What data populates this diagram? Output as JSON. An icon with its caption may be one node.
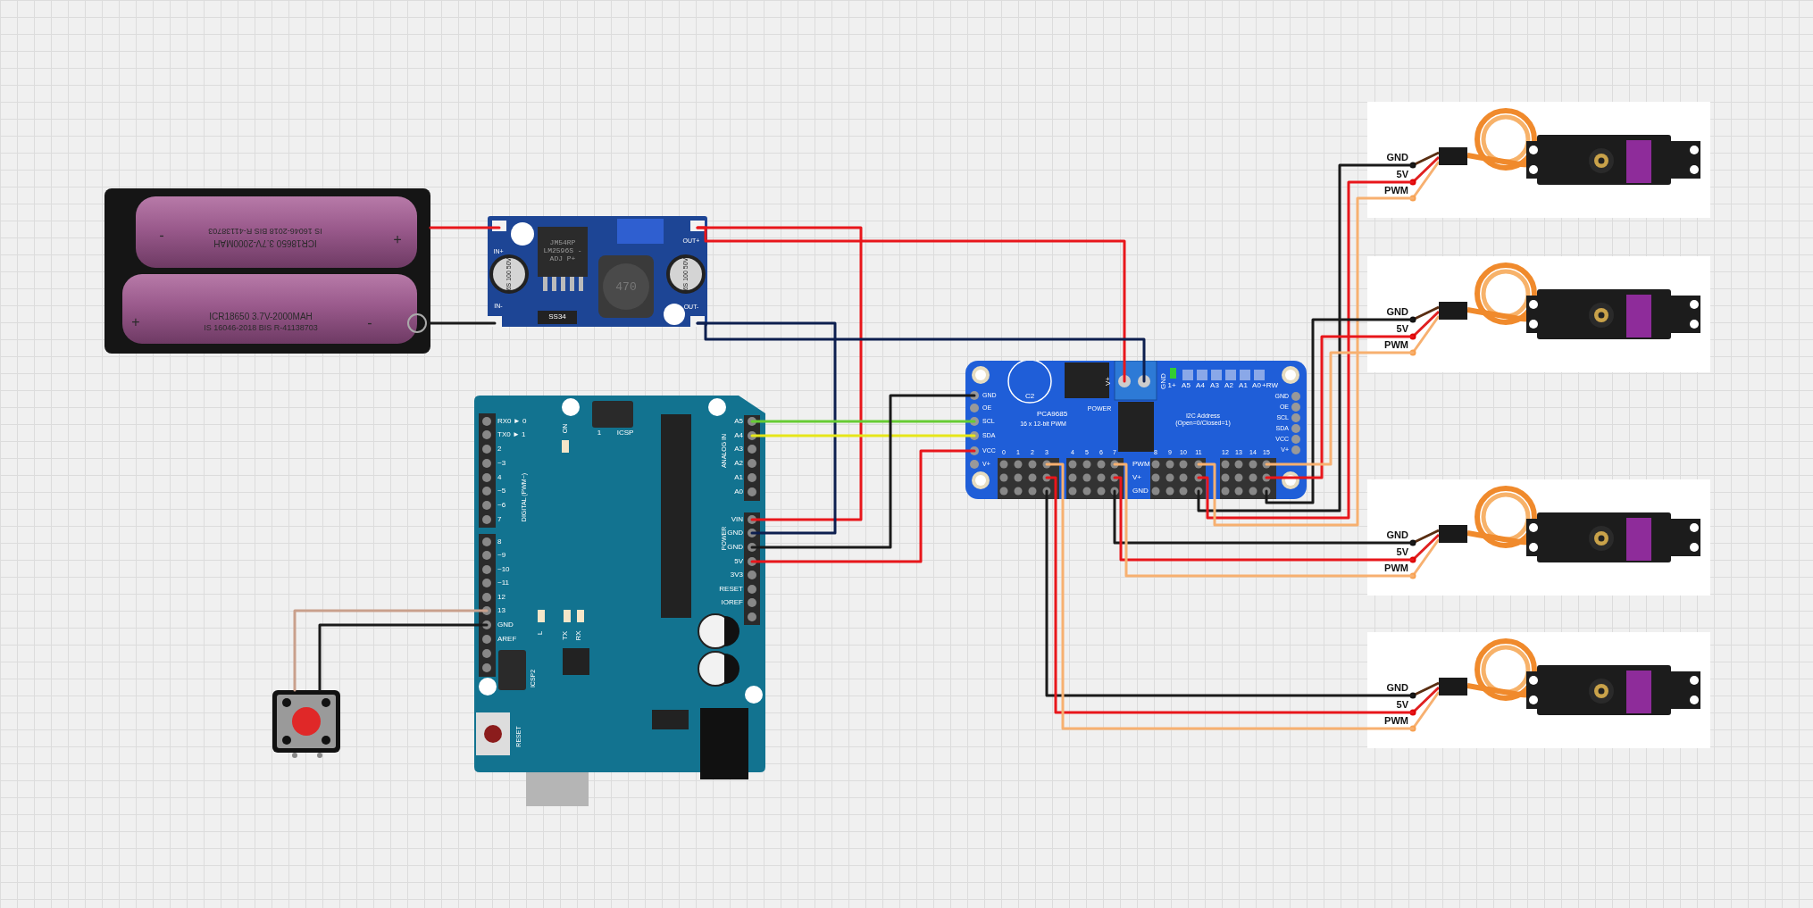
{
  "diagram": {
    "nodes": [
      {
        "text": [
          "-",
          "IS 16046-2018 BIS R-41138703",
          "ICR18650 3.7V-2000MAH",
          "+",
          "+",
          "ICR18650 3.7V-2000MAH",
          "IS 16046-2018 BIS R-41138703",
          "-"
        ]
      },
      {
        "text": [
          "IN+",
          "JM54RP LM2596S -ADJ P+",
          "OUT+",
          "6S 100 50V",
          "470",
          "6S 100 50V",
          "IN-",
          "SS34",
          "OUT-"
        ]
      },
      {
        "text": [
          "RX0 ► 0",
          "TX0 ► 1",
          "2",
          "~3",
          "4",
          "~5",
          "~6",
          "7",
          "DIGITAL (PWM~)",
          "8",
          "~9",
          "~10",
          "~11",
          "12",
          "13",
          "GND",
          "AREF",
          "1",
          "ICSP",
          "ON",
          "ANALOG IN",
          "A5",
          "A4",
          "A3",
          "A2",
          "A1",
          "A0",
          "POWER",
          "VIN",
          "GND",
          "GND",
          "5V",
          "3V3",
          "RESET",
          "IOREF",
          "L",
          "TX",
          "RX",
          "ICSP2",
          "RESET"
        ]
      },
      {
        "text": [
          "GND",
          "OE",
          "SCL",
          "SDA",
          "VCC",
          "V+",
          "C2",
          "PCA9685",
          "16 x 12-bit PWM",
          "POWER",
          "V+",
          "GND",
          "1+",
          "A5",
          "A4",
          "A3",
          "A2",
          "A1",
          "A0",
          "+RW",
          "I2C Address (Open=0/Closed=1)",
          "GND",
          "OE",
          "SCL",
          "SDA",
          "VCC",
          "V+",
          "0",
          "1",
          "2",
          "3",
          "4",
          "5",
          "6",
          "7",
          "8",
          "9",
          "10",
          "11",
          "12",
          "13",
          "14",
          "15",
          "PWM",
          "V+",
          "GND"
        ]
      },
      {
        "text": [
          "GND",
          "5V",
          "PWM"
        ]
      },
      {
        "text": [
          "GND",
          "5V",
          "PWM"
        ]
      },
      {
        "text": [
          "GND",
          "5V",
          "PWM"
        ]
      },
      {
        "text": [
          "GND",
          "5V",
          "PWM"
        ]
      },
      {
        "text": [],
        "shape": "picture"
      }
    ],
    "edges": [
      {
        "from": 0,
        "to": 1,
        "arrow": "none"
      },
      {
        "from": 0,
        "to": 1,
        "arrow": "none",
        "color": "#1a1a1a"
      },
      {
        "from": 1,
        "to": 2,
        "arrow": "none"
      },
      {
        "from": 1,
        "to": 3,
        "arrow": "none"
      },
      {
        "from": 1,
        "to": 2,
        "arrow": "none",
        "color": "#0d1f4f"
      },
      {
        "from": 1,
        "to": 3,
        "arrow": "none",
        "color": "#0d1f4f"
      },
      {
        "from": 2,
        "to": 3,
        "arrow": "none",
        "color": "#66cc33"
      },
      {
        "from": 2,
        "to": 3,
        "arrow": "none",
        "color": "#e6e619"
      },
      {
        "from": 2,
        "to": 3,
        "arrow": "none",
        "color": "#1a1a1a"
      },
      {
        "from": 2,
        "to": 3,
        "arrow": "none"
      },
      {
        "from": 2,
        "to": 8,
        "arrow": "none",
        "color": "#c9a08c"
      },
      {
        "from": 2,
        "to": 8,
        "arrow": "none",
        "color": "#1a1a1a"
      },
      {
        "from": 3,
        "to": 4,
        "arrow": "none",
        "color": "#1a1a1a"
      },
      {
        "from": 3,
        "to": 4,
        "arrow": "none"
      },
      {
        "from": 3,
        "to": 4,
        "arrow": "none",
        "color": "#f7b070"
      },
      {
        "from": 3,
        "to": 5,
        "arrow": "none",
        "color": "#1a1a1a"
      },
      {
        "from": 3,
        "to": 5,
        "arrow": "none"
      },
      {
        "from": 3,
        "to": 5,
        "arrow": "none",
        "color": "#f7b070"
      },
      {
        "from": 3,
        "to": 6,
        "arrow": "none",
        "color": "#1a1a1a"
      },
      {
        "from": 3,
        "to": 6,
        "arrow": "none"
      },
      {
        "from": 3,
        "to": 6,
        "arrow": "none",
        "color": "#f7b070"
      },
      {
        "from": 3,
        "to": 7,
        "arrow": "none",
        "color": "#1a1a1a"
      },
      {
        "from": 3,
        "to": 7,
        "arrow": "none"
      },
      {
        "from": 3,
        "to": 7,
        "arrow": "none",
        "color": "#f7b070"
      }
    ]
  }
}
